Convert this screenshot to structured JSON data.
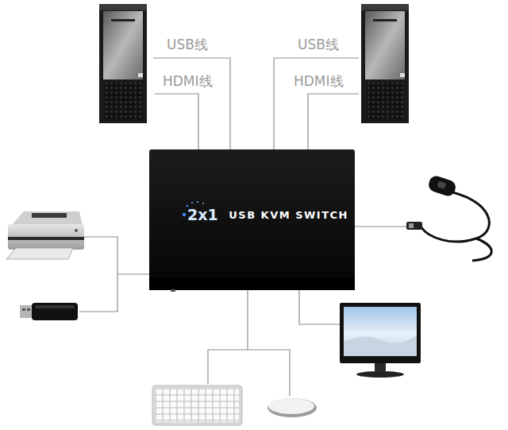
{
  "diagram": {
    "nodes": [
      {
        "text": [
          "2x1",
          "USB KVM SWITCH"
        ]
      }
    ],
    "labels": [
      "USB线",
      "HDMI线",
      "USB线",
      "HDMI线"
    ]
  }
}
